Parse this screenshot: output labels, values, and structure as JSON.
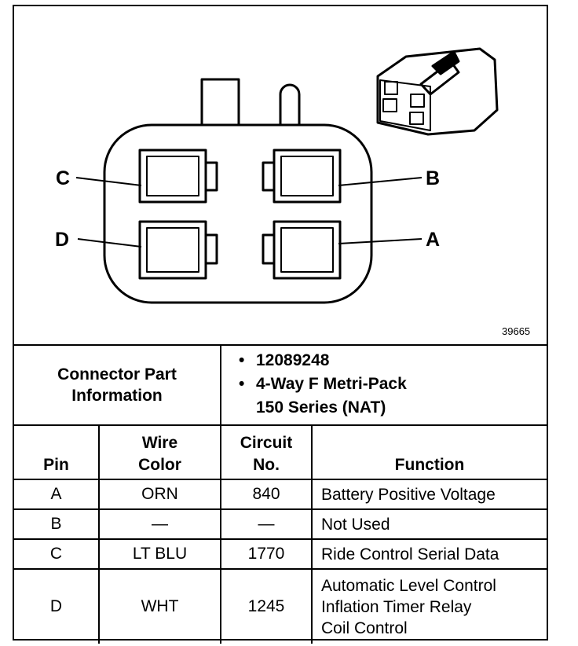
{
  "diagram": {
    "pin_labels": {
      "a": "A",
      "b": "B",
      "c": "C",
      "d": "D"
    },
    "figure_number": "39665"
  },
  "connector_info": {
    "title_line1": "Connector Part",
    "title_line2": "Information",
    "items": [
      "12089248",
      "4-Way F Metri-Pack",
      "150 Series (NAT)"
    ]
  },
  "table": {
    "headers": {
      "pin": "Pin",
      "wire_color_line1": "Wire",
      "wire_color_line2": "Color",
      "circuit_line1": "Circuit",
      "circuit_line2": "No.",
      "function": "Function"
    },
    "rows": [
      {
        "pin": "A",
        "wire_color": "ORN",
        "circuit": "840",
        "function": [
          "Battery Positive Voltage"
        ]
      },
      {
        "pin": "B",
        "wire_color": "—",
        "circuit": "—",
        "function": [
          "Not Used"
        ]
      },
      {
        "pin": "C",
        "wire_color": "LT BLU",
        "circuit": "1770",
        "function": [
          "Ride Control Serial Data"
        ]
      },
      {
        "pin": "D",
        "wire_color": "WHT",
        "circuit": "1245",
        "function": [
          "Automatic Level Control",
          "Inflation Timer Relay",
          "Coil Control"
        ]
      }
    ]
  }
}
